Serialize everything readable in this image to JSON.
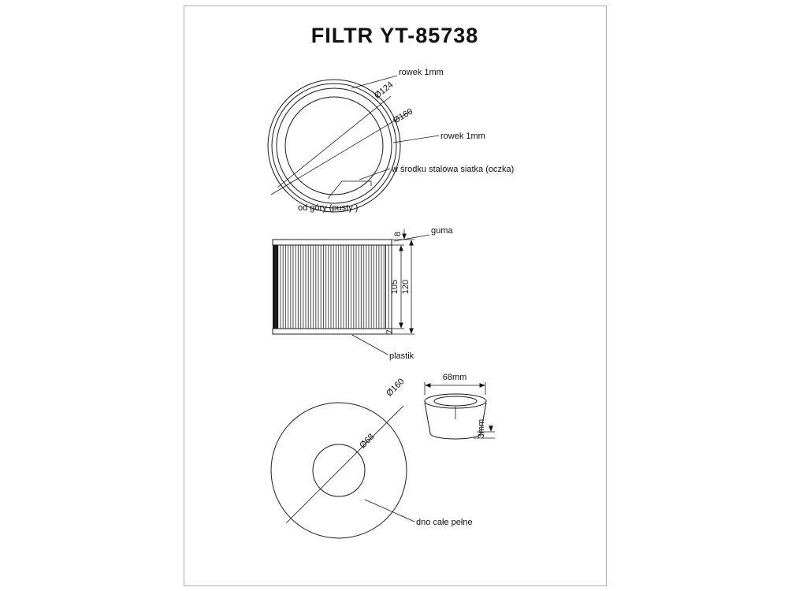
{
  "title": "FILTR YT-85738",
  "top_view": {
    "label_groove_top": "rowek 1mm",
    "label_d124": "Ø124",
    "label_d160": "Ø160",
    "label_groove_right": "rowek 1mm",
    "label_mesh": "w środku stalowa siatka (oczka)",
    "caption": "od góry (pusty )"
  },
  "side_view": {
    "label_rubber": "guma",
    "label_plastic": "plastik",
    "dim_rubber_height": "8",
    "dim_body_height": "105",
    "dim_total_height": "120",
    "dim_bottom_height": "7"
  },
  "bottom_view": {
    "label_d160": "Ø160",
    "label_d68": "Ø68",
    "label_solid_bottom": "dno całe pełne"
  },
  "cup_view": {
    "dim_width": "68mm",
    "dim_thickness": "3mm"
  }
}
